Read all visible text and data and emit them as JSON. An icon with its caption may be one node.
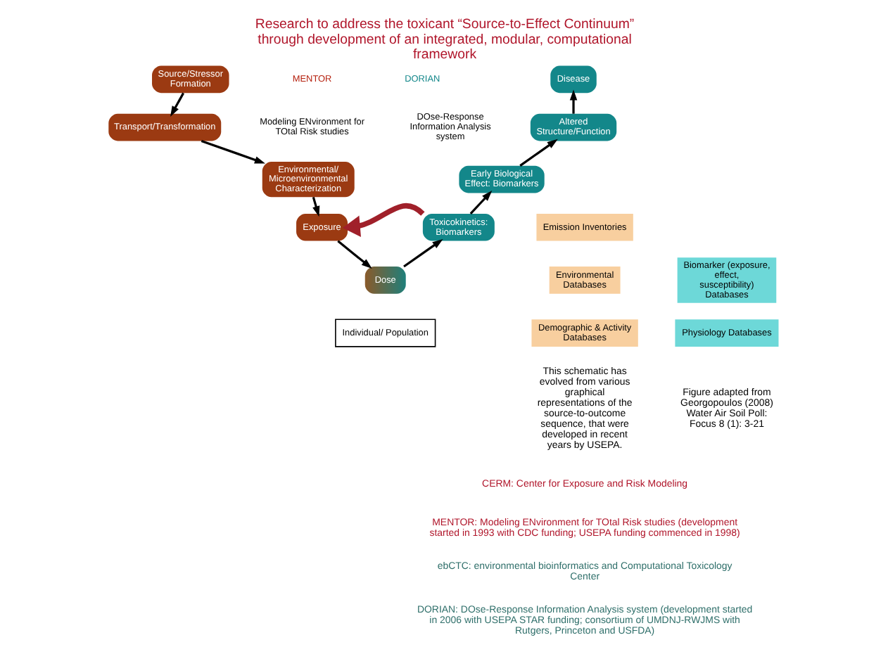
{
  "diagram": {
    "title": "Research to address the toxicant “Source-to-Effect Continuum” through development of an integrated, modular, computational framework",
    "nodes": [
      {
        "text": [
          "Source/Stressor Formation"
        ]
      },
      {
        "text": [
          "Transport/Transformation"
        ]
      },
      {
        "text": [
          "Environmental/ Microenvironmental Characterization"
        ]
      },
      {
        "text": [
          "Exposure"
        ]
      },
      {
        "text": [
          "Dose"
        ]
      },
      {
        "text": [
          "Toxicokinetics: Biomarkers"
        ]
      },
      {
        "text": [
          "Early Biological Effect: Biomarkers"
        ]
      },
      {
        "text": [
          "Altered Structure/Function"
        ]
      },
      {
        "text": [
          "Disease"
        ]
      },
      {
        "text": [
          "Individual/ Population"
        ]
      },
      {
        "text": [
          "Emission Inventories"
        ]
      },
      {
        "text": [
          "Environmental Databases"
        ]
      },
      {
        "text": [
          "Demographic & Activity Databases"
        ]
      },
      {
        "text": [
          "Biomarker (exposure, effect, susceptibility) Databases"
        ]
      },
      {
        "text": [
          "Physiology Databases"
        ]
      }
    ],
    "edges": [
      {
        "from": 0,
        "to": 1,
        "arrow": "to"
      },
      {
        "from": 1,
        "to": 2,
        "arrow": "to"
      },
      {
        "from": 2,
        "to": 3,
        "arrow": "to"
      },
      {
        "from": 3,
        "to": 4,
        "arrow": "to"
      },
      {
        "from": 4,
        "to": 5,
        "arrow": "to"
      },
      {
        "from": 5,
        "to": 6,
        "arrow": "to"
      },
      {
        "from": 6,
        "to": 7,
        "arrow": "to"
      },
      {
        "from": 7,
        "to": 8,
        "arrow": "to"
      },
      {
        "from": 5,
        "to": 3,
        "arrow": "to",
        "style": "thick",
        "color": "#a0202a"
      }
    ],
    "labels": [
      "MENTOR",
      "Modeling ENvironment for TOtal Risk studies",
      "DORIAN",
      "DOse-Response Information Analysis system",
      "This schematic has evolved from various graphical representations of the source-to-outcome sequence, that were developed in recent years by USEPA.",
      "Figure adapted from Georgopoulos (2008) Water Air Soil Poll: Focus 8 (1): 3-21",
      "CERM: Center for Exposure and Risk Modeling",
      "MENTOR: Modeling ENvironment for TOtal Risk studies (development started in 1993 with CDC funding; USEPA funding commenced in 1998)",
      "ebCTC: environmental bioinformatics and Computational Toxicology Center",
      "DORIAN: DOse-Response Information Analysis system (development started in 2006 with USEPA STAR funding; consortium of UMDNJ-RWJMS with Rutgers, Princeton and USFDA)"
    ]
  }
}
